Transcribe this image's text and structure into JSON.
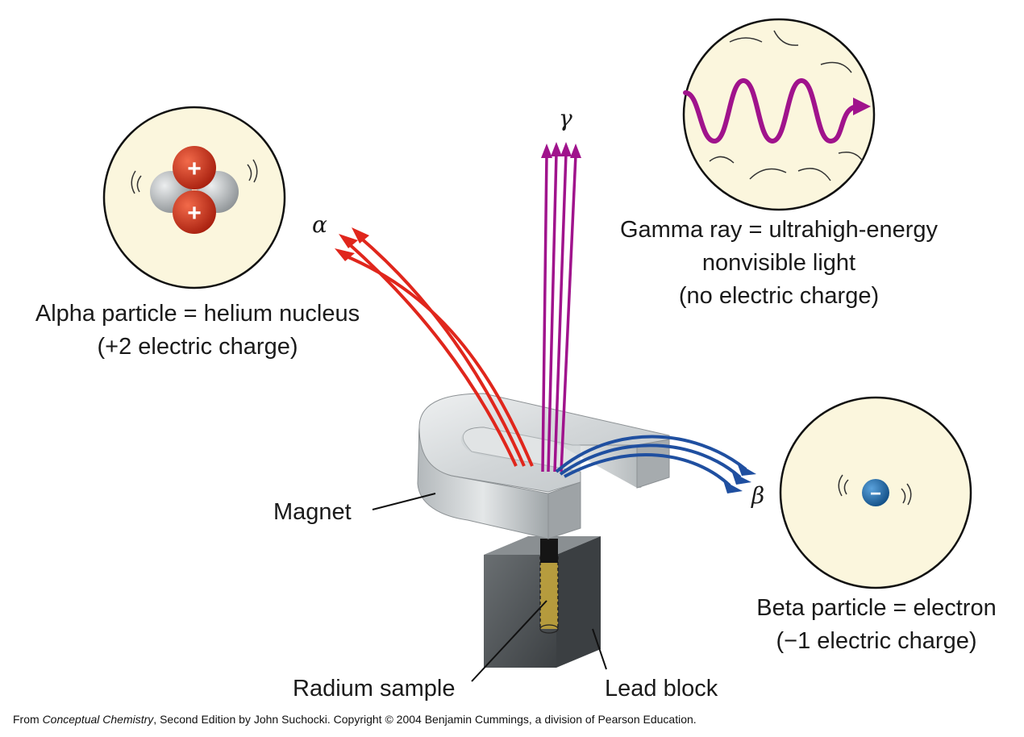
{
  "alpha": {
    "symbol": "α",
    "caption_line1": "Alpha particle = helium nucleus",
    "caption_line2": "(+2 electric charge)",
    "proton_sign": "+"
  },
  "gamma": {
    "symbol": "γ",
    "caption_line1": "Gamma ray = ultrahigh-energy",
    "caption_line2": "nonvisible light",
    "caption_line3": "(no electric charge)"
  },
  "beta": {
    "symbol": "β",
    "caption_line1": "Beta particle = electron",
    "caption_line2": "(−1 electric charge)",
    "electron_sign": "−"
  },
  "labels": {
    "magnet": "Magnet",
    "radium_sample": "Radium sample",
    "lead_block": "Lead block"
  },
  "credit": {
    "prefix": "From ",
    "book": "Conceptual Chemistry",
    "suffix": ", Second Edition by John Suchocki. Copyright © 2004 Benjamin Cummings, a division of Pearson Education."
  },
  "colors": {
    "alpha_rays": "#e0261c",
    "gamma_rays": "#a0138c",
    "beta_rays": "#1f4fa0",
    "bubble_fill": "#fbf6dd",
    "proton": "#d8341c",
    "neutron": "#b9bdc0",
    "electron": "#1d6fb0",
    "lead": "#4e5255",
    "radium": "#c8a83a"
  }
}
